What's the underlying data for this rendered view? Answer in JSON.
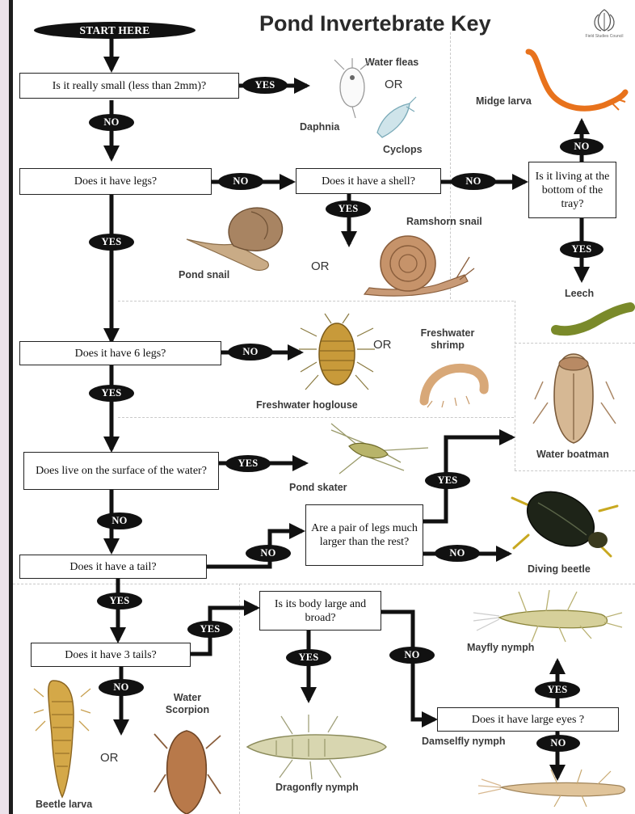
{
  "title": "Pond Invertebrate Key",
  "start": "START HERE",
  "logo_text": "Field Studies Council",
  "questions": {
    "small": "Is it really small (less than 2mm)?",
    "legs": "Does it have legs?",
    "shell": "Does it have a shell?",
    "bottom": "Is it living at the bottom of the tray?",
    "six_legs": "Does it have 6 legs?",
    "surface": "Does live on the surface of the water?",
    "pair_legs": "Are a pair of legs much larger than the rest?",
    "tail": "Does it have a tail?",
    "three_tails": "Does it have 3 tails?",
    "body": "Is its body large and broad?",
    "eyes": "Does it have large eyes ?"
  },
  "answers": {
    "yes": "YES",
    "no": "NO"
  },
  "or_text": "OR",
  "organisms": {
    "water_fleas": "Water fleas",
    "daphnia": "Daphnia",
    "cyclops": "Cyclops",
    "midge_larva": "Midge larva",
    "ramshorn_snail": "Ramshorn snail",
    "pond_snail": "Pond snail",
    "leech": "Leech",
    "freshwater_shrimp": "Freshwater shrimp",
    "freshwater_hoglouse": "Freshwater hoglouse",
    "water_boatman": "Water boatman",
    "pond_skater": "Pond skater",
    "diving_beetle": "Diving beetle",
    "mayfly_nymph": "Mayfly nymph",
    "water_scorpion": "Water Scorpion",
    "damselfly_nymph": "Damselfly nymph",
    "dragonfly_nymph": "Dragonfly nymph",
    "beetle_larva": "Beetle larva"
  },
  "colors": {
    "ink": "#111111",
    "label": "#3a3a3a",
    "midge": "#e8721c",
    "leech": "#7a8a2a",
    "snail": "#a0724a",
    "beetle": "#1e2418",
    "background": "#ece2ea"
  }
}
